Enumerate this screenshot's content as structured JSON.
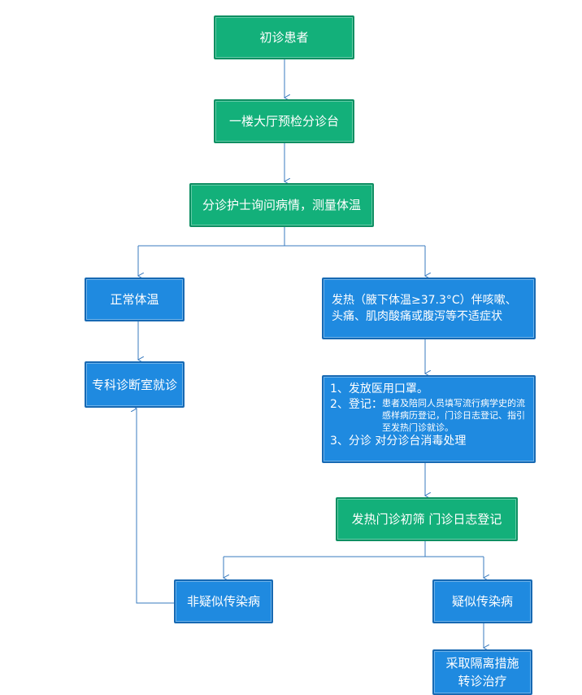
{
  "nodes": {
    "initial_visit": "初诊患者",
    "lobby_triage": "一楼大厅预检分诊台",
    "nurse_check": "分诊护士询问病情，测量体温",
    "normal_temp": "正常体温",
    "specialist": "专科诊断室就诊",
    "fever_line1": "发热（腋下体温≥37.3°C）伴咳嗽、",
    "fever_line2": "头痛、肌肉酸痛或腹泻等不适症状",
    "steps": {
      "step1": "1、发放医用口罩。",
      "step2_label": "2、登记：",
      "step2_detail": "患者及陪同人员填写流行病学史的流感样病历登记，门诊日志登记、指引至发热门诊就诊。",
      "step3": "3、分诊   对分诊台消毒处理"
    },
    "fever_clinic": "发热门诊初筛  门诊日志登记",
    "non_suspected": "非疑似传染病",
    "suspected": "疑似传染病",
    "isolation_line1": "采取隔离措施",
    "isolation_line2": "转诊治疗"
  },
  "colors": {
    "green_fill": "#13b07a",
    "blue_fill": "#1f8ae0",
    "connector": "#3a7bbf"
  }
}
